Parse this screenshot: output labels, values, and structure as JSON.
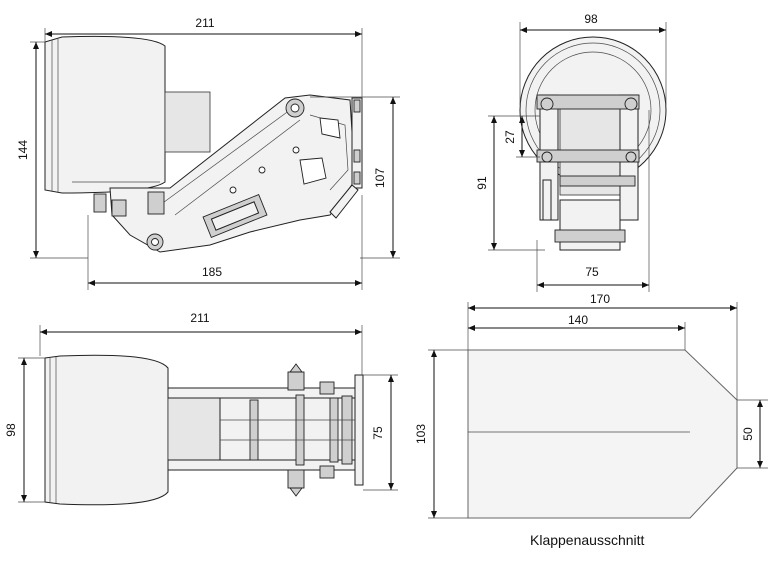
{
  "views": {
    "side": {
      "dims": {
        "width_top": "211",
        "height_left": "144",
        "height_right": "107",
        "width_bottom": "185"
      }
    },
    "front": {
      "dims": {
        "width_top": "98",
        "height_a": "91",
        "height_b": "27",
        "width_bottom": "75"
      }
    },
    "top": {
      "dims": {
        "width_top": "211",
        "height_left": "98",
        "height_right": "75"
      }
    },
    "cutout": {
      "caption": "Klappenausschnitt",
      "dims": {
        "width_total": "170",
        "width_top": "140",
        "height_left": "103",
        "height_right": "50"
      }
    }
  },
  "colors": {
    "line": "#1a1a1a",
    "fill_light": "#f2f2f2",
    "fill_mid": "#cfcfcf"
  }
}
